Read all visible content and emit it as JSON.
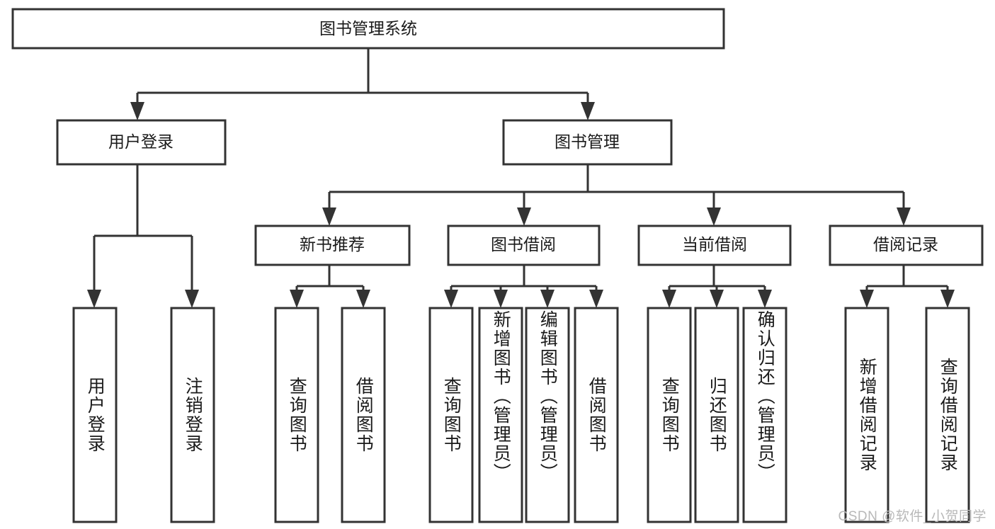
{
  "diagram": {
    "type": "tree-hierarchy",
    "title": "图书管理系统",
    "orientation": "top-down",
    "colors": {
      "box_stroke": "#333333",
      "box_fill": "#ffffff",
      "edge": "#333333",
      "text": "#1a1a1a",
      "background": "#ffffff",
      "watermark": "#b8b8b8"
    },
    "root": {
      "label": "图书管理系统"
    },
    "level2": [
      {
        "label": "用户登录"
      },
      {
        "label": "图书管理"
      }
    ],
    "level3": [
      {
        "label": "新书推荐"
      },
      {
        "label": "图书借阅"
      },
      {
        "label": "当前借阅"
      },
      {
        "label": "借阅记录"
      }
    ],
    "leaves": {
      "user_login": [
        {
          "label": "用户登录"
        },
        {
          "label": "注销登录"
        }
      ],
      "new_book": [
        {
          "label": "查询图书"
        },
        {
          "label": "借阅图书"
        }
      ],
      "book_borrow": [
        {
          "label": "查询图书"
        },
        {
          "label": "新增图书（管理员）"
        },
        {
          "label": "编辑图书（管理员）"
        },
        {
          "label": "借阅图书"
        }
      ],
      "current_borrow": [
        {
          "label": "查询图书"
        },
        {
          "label": "归还图书"
        },
        {
          "label": "确认归还（管理员）"
        }
      ],
      "borrow_record": [
        {
          "label": "新增借阅记录"
        },
        {
          "label": "查询借阅记录"
        }
      ]
    }
  },
  "watermark": {
    "text": "CSDN @软件_小贺同学"
  }
}
